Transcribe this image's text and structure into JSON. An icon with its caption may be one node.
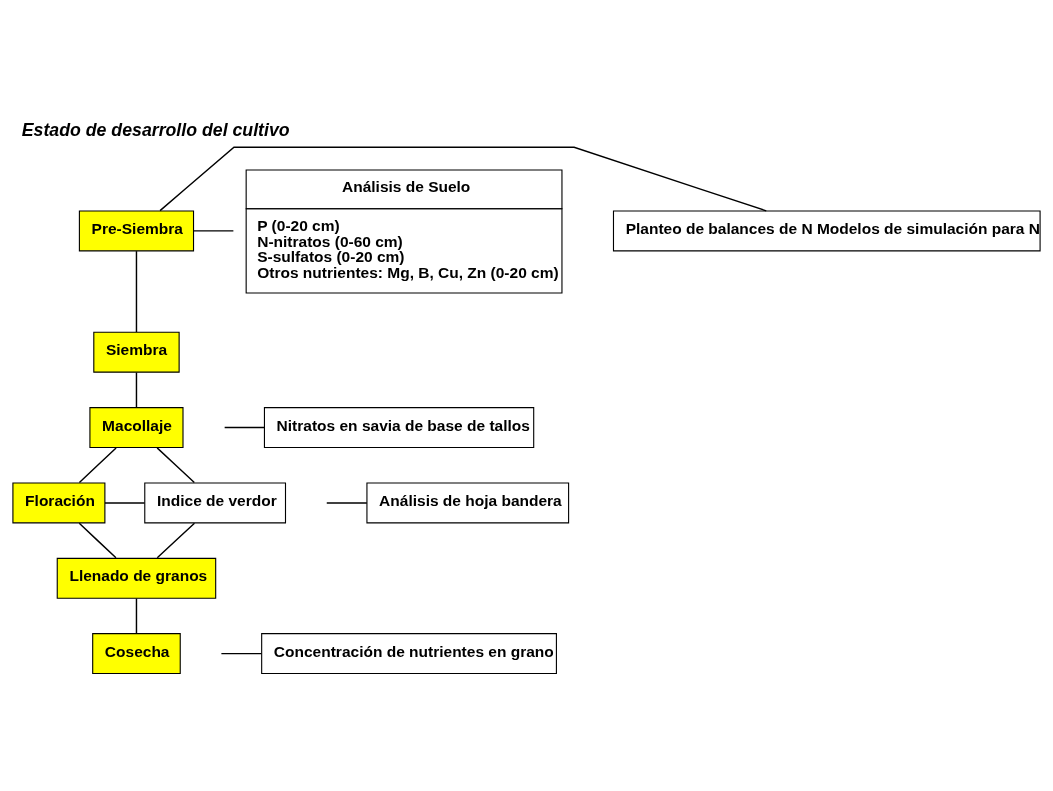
{
  "diagram": {
    "title": "Estado de desarrollo del cultivo",
    "nodes": [
      {
        "text": [
          "Pre-Siembra"
        ]
      },
      {
        "text": [
          "Siembra"
        ]
      },
      {
        "text": [
          "Macollaje"
        ]
      },
      {
        "text": [
          "Floración"
        ]
      },
      {
        "text": [
          "Llenado de granos"
        ]
      },
      {
        "text": [
          "Cosecha"
        ]
      },
      {
        "text": [
          "Planteo de balances de N Modelos de simulación para N"
        ]
      },
      {
        "text": [
          "Análisis de Suelo",
          "P (0-20 cm)",
          "N-nitratos (0-60 cm)",
          "S-sulfatos (0-20 cm)",
          "Otros nutrientes: Mg, B, Cu, Zn (0-20 cm)"
        ]
      },
      {
        "text": [
          "Indice de verdor"
        ]
      },
      {
        "text": [
          "Nitratos en savia de base de tallos"
        ]
      },
      {
        "text": [
          "Análisis de hoja bandera"
        ]
      },
      {
        "text": [
          "Concentración de nutrientes en grano"
        ]
      }
    ],
    "edges": [
      {
        "from": 0,
        "to": 1,
        "arrow": "none"
      },
      {
        "from": 1,
        "to": 2,
        "arrow": "none"
      },
      {
        "from": 2,
        "to": 3,
        "arrow": "none"
      },
      {
        "from": 3,
        "to": 4,
        "arrow": "none"
      },
      {
        "from": 4,
        "to": 5,
        "arrow": "none"
      },
      {
        "from": 0,
        "to": 6,
        "arrow": "none"
      },
      {
        "from": 0,
        "to": 7,
        "arrow": "none"
      },
      {
        "from": 2,
        "to": 8,
        "arrow": "none"
      },
      {
        "from": 3,
        "to": 8,
        "arrow": "none"
      },
      {
        "from": 4,
        "to": 8,
        "arrow": "none"
      },
      {
        "from": null,
        "to": 9,
        "arrow": "none"
      },
      {
        "from": null,
        "to": 10,
        "arrow": "none"
      },
      {
        "from": null,
        "to": 11,
        "arrow": "none"
      }
    ]
  }
}
